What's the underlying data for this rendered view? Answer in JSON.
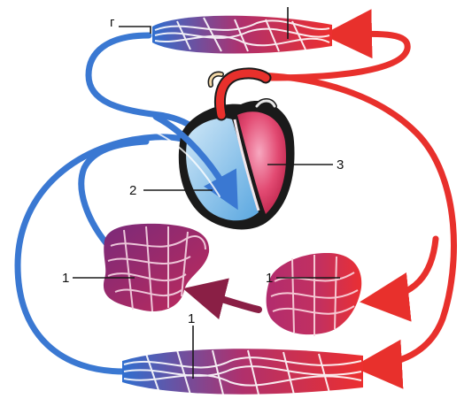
{
  "labels": {
    "top_left": "г",
    "right_ventricle": "2",
    "left_ventricle": "3",
    "capillary_left_mid": "1",
    "capillary_right_mid": "1",
    "capillary_bottom": "1"
  },
  "colors": {
    "venous": "#3a78d2",
    "arterial": "#e8302c",
    "capillary": "#b02a66",
    "transfer_arrow": "#8a1f45",
    "heart_outline": "#1a1a1a",
    "right_heart": "#8fc8ee",
    "left_heart": "#d9345c"
  }
}
